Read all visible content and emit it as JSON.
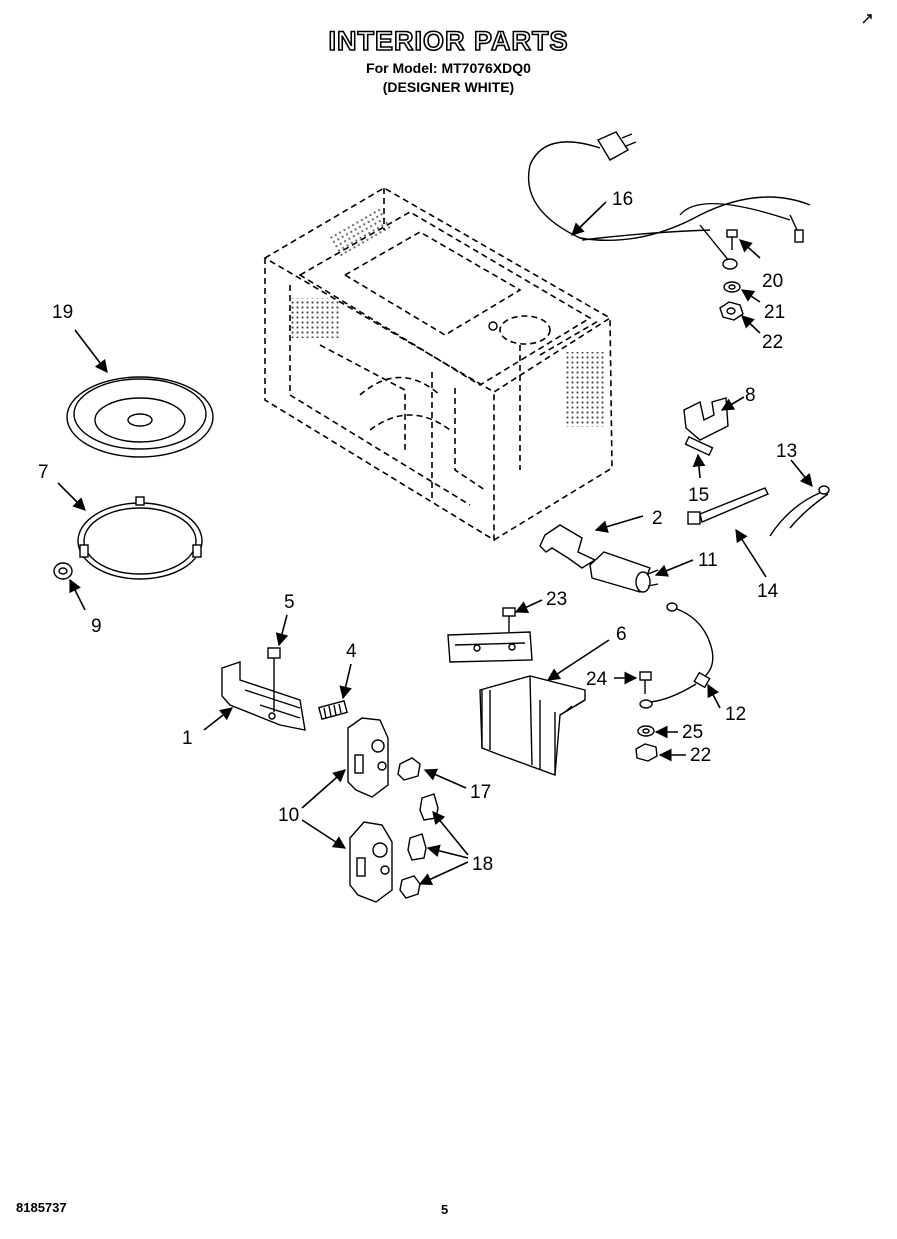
{
  "header": {
    "title": "INTERIOR PARTS",
    "model_line": "For Model: MT7076XDQ0",
    "variant_line": "(DESIGNER WHITE)"
  },
  "footer": {
    "doc_number": "8185737",
    "page_number": "5"
  },
  "callouts": {
    "c1": "1",
    "c2": "2",
    "c4": "4",
    "c5": "5",
    "c6": "6",
    "c7": "7",
    "c8": "8",
    "c9": "9",
    "c10": "10",
    "c11": "11",
    "c12": "12",
    "c13": "13",
    "c14": "14",
    "c15": "15",
    "c16": "16",
    "c17": "17",
    "c18": "18",
    "c19": "19",
    "c20": "20",
    "c21": "21",
    "c22a": "22",
    "c22b": "22",
    "c23": "23",
    "c24": "24",
    "c25": "25"
  }
}
